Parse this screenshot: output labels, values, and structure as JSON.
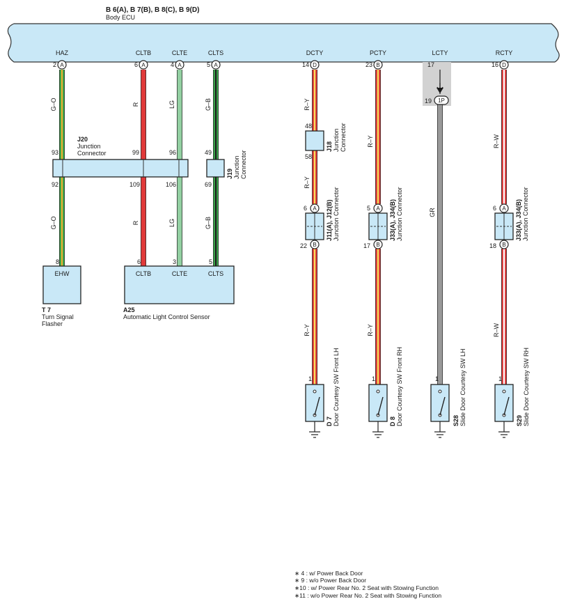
{
  "ecu": {
    "codes": "B 6(A), B 7(B), B 8(C), B 9(D)",
    "name": "Body ECU",
    "fill_color": "#c9e8f7"
  },
  "colors": {
    "G-O": [
      "#3aa64a",
      "#f2b233"
    ],
    "R": [
      "#e03a3a",
      "#e03a3a"
    ],
    "LG": [
      "#93d0a2",
      "#93d0a2"
    ],
    "G-B": [
      "#3aa64a",
      "#1e1e1e"
    ],
    "R-Y": [
      "#e03a3a",
      "#f7e25a"
    ],
    "R-W": [
      "#e03a3a",
      "#ffffff"
    ],
    "GR": [
      "#9a9a9a",
      "#9a9a9a"
    ],
    "connector_fill": "#c9e8f7",
    "highlight_gray": "#d2d2d2"
  },
  "ecu_pins": [
    {
      "name": "HAZ",
      "pin": "2",
      "conn": "A"
    },
    {
      "name": "CLTB",
      "pin": "6",
      "conn": "A"
    },
    {
      "name": "CLTE",
      "pin": "4",
      "conn": "A"
    },
    {
      "name": "CLTS",
      "pin": "5",
      "conn": "A"
    },
    {
      "name": "DCTY",
      "pin": "14",
      "conn": "D"
    },
    {
      "name": "PCTY",
      "pin": "23",
      "conn": "B"
    },
    {
      "name": "LCTY",
      "pin": "17",
      "conn": ""
    },
    {
      "name": "RCTY",
      "pin": "16",
      "conn": "D"
    }
  ],
  "wire_labels": {
    "haz_top": "G–O",
    "haz_bottom": "G–O",
    "cltb_top": "R",
    "cltb_bottom": "R",
    "clte_top": "LG",
    "clte_bottom": "LG",
    "clts_top": "G–B",
    "clts_bottom": "G–B",
    "dcty_1": "R–Y",
    "dcty_2": "R–Y",
    "dcty_3": "R–Y",
    "pcty_1": "R–Y",
    "pcty_2": "R–Y",
    "lcty_1": "GR",
    "rcty_1": "R–W",
    "rcty_2": "R–W"
  },
  "pins": {
    "j20_93": "93",
    "j20_99": "99",
    "j20_96": "96",
    "j20_92": "92",
    "j20_109": "109",
    "j20_106": "106",
    "j19_49": "49",
    "j19_69": "69",
    "j18_48": "48",
    "j18_58": "58",
    "dcty_6": "6",
    "dcty_22": "22",
    "pcty_5": "5",
    "pcty_17": "17",
    "rcty_6": "6",
    "rcty_18": "18",
    "lcty_19": "19",
    "ehw_8": "8",
    "cltb_6": "6",
    "clte_3": "3",
    "clts_5": "5",
    "d7_1": "1",
    "d8_1": "1",
    "s28_1": "1",
    "s29_1": "1"
  },
  "conn_letters": {
    "A": "A",
    "B": "B",
    "P": "1P"
  },
  "j20": {
    "code": "J20",
    "line1": "Junction",
    "line2": "Connector"
  },
  "j19": {
    "code": "J19",
    "line1": "Junction",
    "line2": "Connector"
  },
  "j18": {
    "code": "J18",
    "line1": "Junction",
    "line2": "Connector"
  },
  "j11": {
    "code": "J11(A), J12(B)",
    "name": "Junction Connector"
  },
  "j33a": {
    "code": "J33(A), J34(B)",
    "name": "Junction Connector"
  },
  "j33b": {
    "code": "J33(A), J34(B)",
    "name": "Junction Connector"
  },
  "t7": {
    "code": "T 7",
    "line1": "Turn Signal",
    "line2": "Flasher",
    "terminal": "EHW"
  },
  "a25": {
    "code": "A25",
    "name": "Automatic Light Control Sensor",
    "terminals": [
      "CLTB",
      "CLTE",
      "CLTS"
    ]
  },
  "switches": [
    {
      "code": "D 7",
      "name": "Door Courtesy SW Front LH"
    },
    {
      "code": "D 8",
      "name": "Door Courtesy SW Front RH"
    },
    {
      "code": "S28",
      "name": "Slide Door Courtesy SW LH"
    },
    {
      "code": "S29",
      "name": "Slide Door Courtesy SW RH"
    }
  ],
  "notes": [
    "∗ 4 : w/ Power Back Door",
    "∗ 9 : w/o Power Back Door",
    "∗10 : w/ Power Rear No. 2 Seat with Stowing Function",
    "∗11 : w/o Power Rear No. 2 Seat with Stowing Function"
  ]
}
